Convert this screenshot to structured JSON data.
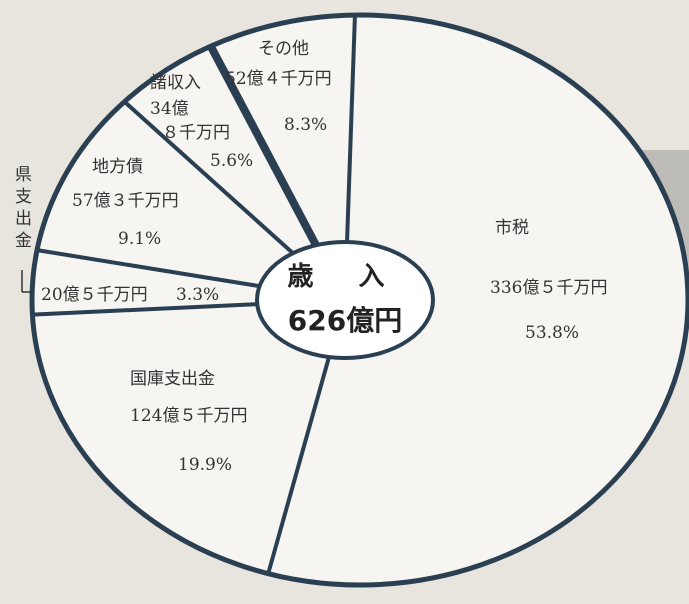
{
  "chart_data": {
    "type": "pie",
    "title": "歳 入",
    "total": "626億円",
    "slices": [
      {
        "name": "市税",
        "amount": "336億５千万円",
        "percent_label": "53.8%",
        "value": 53.8
      },
      {
        "name": "国庫支出金",
        "amount": "124億５千万円",
        "percent_label": "19.9%",
        "value": 19.9
      },
      {
        "name": "県支出金",
        "amount": "20億５千万円",
        "percent_label": "3.3%",
        "value": 3.3
      },
      {
        "name": "地方債",
        "amount": "57億３千万円",
        "percent_label": "9.1%",
        "value": 9.1
      },
      {
        "name": "諸収入",
        "amount_line1": "34億",
        "amount_line2": "８千万円",
        "percent_label": "5.6%",
        "value": 5.6
      },
      {
        "name": "その他",
        "amount": "52億４千万円",
        "percent_label": "8.3%",
        "value": 8.3
      }
    ],
    "colors": {
      "paper": "#f4f3ee",
      "line": "#2b3f52",
      "text": "#333333"
    }
  }
}
